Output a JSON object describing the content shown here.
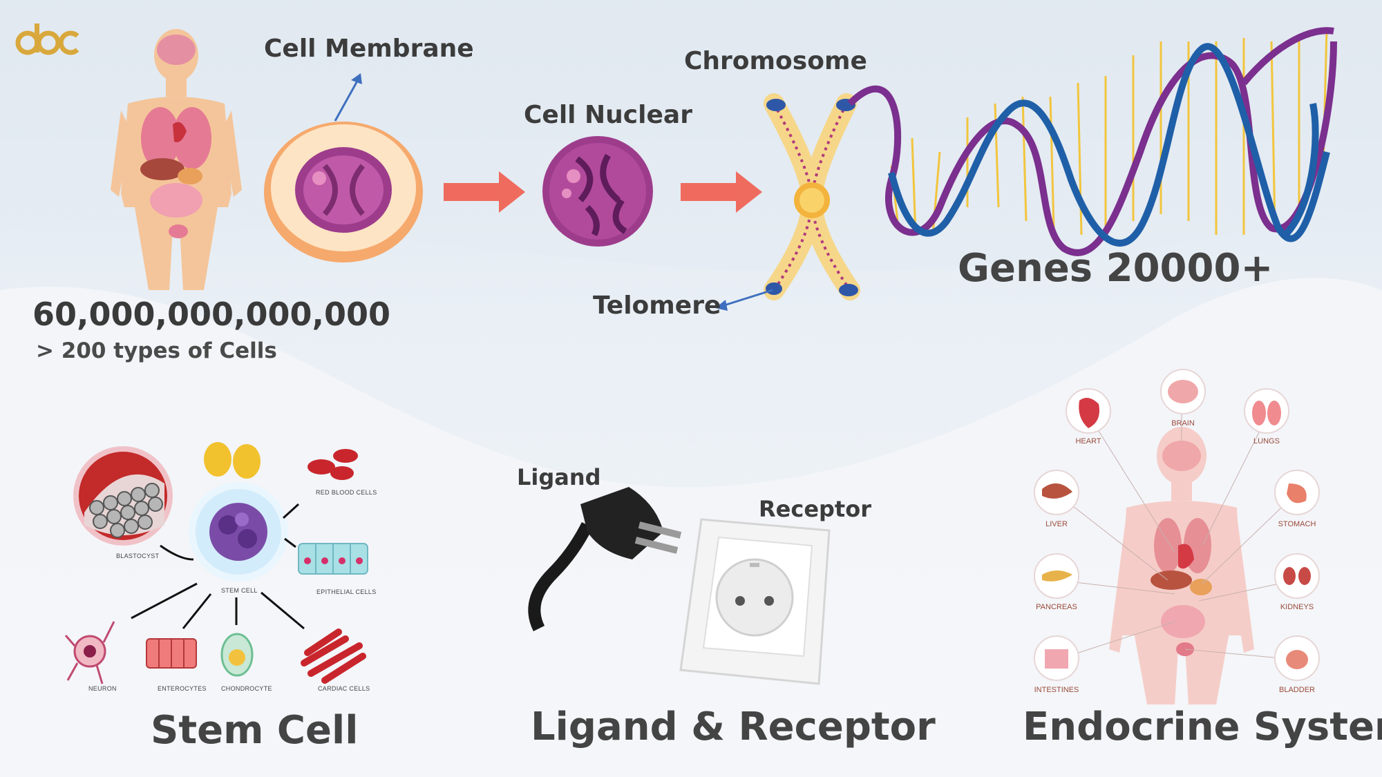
{
  "logo": {
    "text": "abc",
    "color": "#d9a83c"
  },
  "top": {
    "cell_count": "60,000,000,000,000",
    "cell_types": "> 200 types of Cells",
    "cell_membrane": "Cell Membrane",
    "cell_nuclear": "Cell Nuclear",
    "chromosome": "Chromosome",
    "telomere": "Telomere",
    "genes": "Genes 20000+"
  },
  "stem_cell": {
    "title": "Stem Cell",
    "labels": {
      "blastocyst": "BLASTOCYST",
      "stem_cell": "STEM CELL",
      "red_blood": "RED BLOOD CELLS",
      "epithelial": "EPITHELIAL CELLS",
      "neuron": "NEURON",
      "enterocytes": "ENTEROCYTES",
      "chondrocyte": "CHONDROCYTE",
      "cardiac": "CARDIAC CELLS"
    }
  },
  "ligand_receptor": {
    "title": "Ligand & Receptor",
    "ligand": "Ligand",
    "receptor": "Receptor"
  },
  "endocrine": {
    "title": "Endocrine System",
    "organs": {
      "heart": "HEART",
      "brain": "BRAIN",
      "lungs": "LUNGS",
      "liver": "LIVER",
      "stomach": "STOMACH",
      "pancreas": "PANCREAS",
      "kidneys": "KIDNEYS",
      "intestines": "INTESTINES",
      "bladder": "BLADDER"
    }
  },
  "colors": {
    "arrow": "#ef6b5e",
    "dna_blue": "#1f5fa8",
    "dna_purple": "#7b2f8e",
    "dna_rung": "#f2c53d",
    "cell_outer": "#f6a96c",
    "nucleus": "#9e3c8c"
  }
}
